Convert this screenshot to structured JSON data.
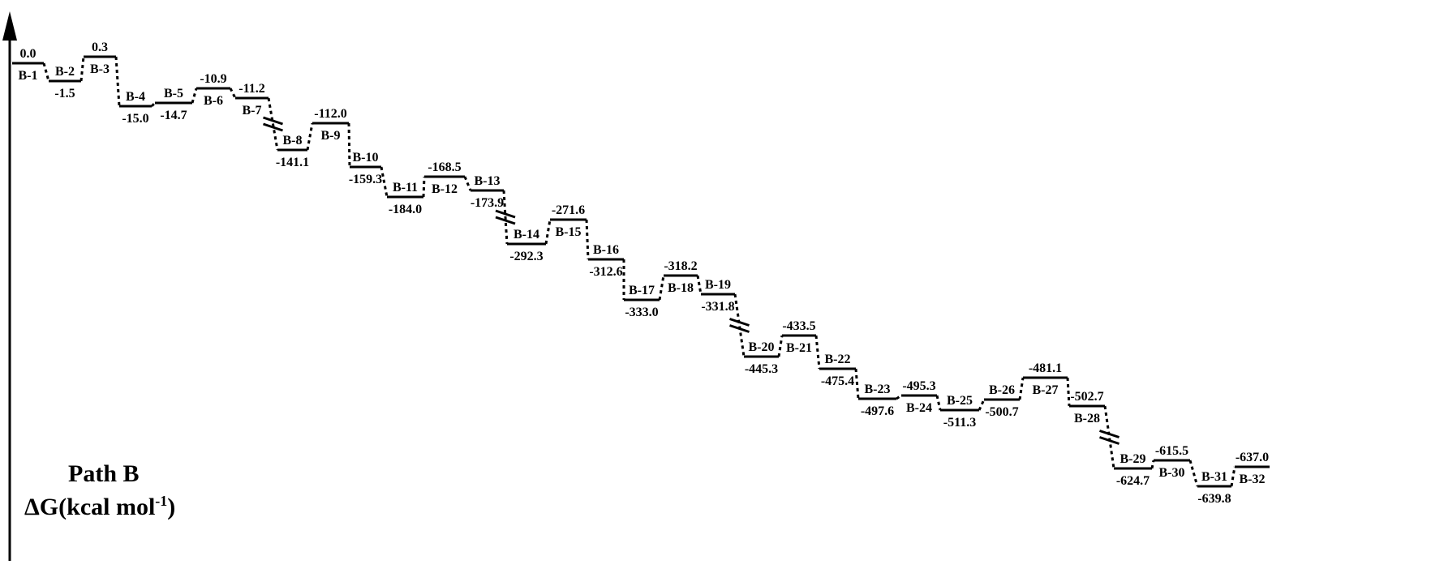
{
  "title": "Path B",
  "y_axis": {
    "prefix": "ΔG(kcal mol",
    "exponent": "-1",
    "suffix": ")"
  },
  "levels": [
    {
      "name": "B-1",
      "value": "0.0"
    },
    {
      "name": "B-2",
      "value": "-1.5"
    },
    {
      "name": "B-3",
      "value": "0.3"
    },
    {
      "name": "B-4",
      "value": "-15.0"
    },
    {
      "name": "B-5",
      "value": "-14.7"
    },
    {
      "name": "B-6",
      "value": "-10.9"
    },
    {
      "name": "B-7",
      "value": "-11.2"
    },
    {
      "name": "B-8",
      "value": "-141.1"
    },
    {
      "name": "B-9",
      "value": "-112.0"
    },
    {
      "name": "B-10",
      "value": "-159.3"
    },
    {
      "name": "B-11",
      "value": "-184.0"
    },
    {
      "name": "B-12",
      "value": "-168.5"
    },
    {
      "name": "B-13",
      "value": "-173.9"
    },
    {
      "name": "B-14",
      "value": "-292.3"
    },
    {
      "name": "B-15",
      "value": "-271.6"
    },
    {
      "name": "B-16",
      "value": "-312.6"
    },
    {
      "name": "B-17",
      "value": "-333.0"
    },
    {
      "name": "B-18",
      "value": "-318.2"
    },
    {
      "name": "B-19",
      "value": "-331.8"
    },
    {
      "name": "B-20",
      "value": "-445.3"
    },
    {
      "name": "B-21",
      "value": "-433.5"
    },
    {
      "name": "B-22",
      "value": "-475.4"
    },
    {
      "name": "B-23",
      "value": "-497.6"
    },
    {
      "name": "B-24",
      "value": "-495.3"
    },
    {
      "name": "B-25",
      "value": "-511.3"
    },
    {
      "name": "B-26",
      "value": "-500.7"
    },
    {
      "name": "B-27",
      "value": "-481.1"
    },
    {
      "name": "B-28",
      "value": "-502.7"
    },
    {
      "name": "B-29",
      "value": "-624.7"
    },
    {
      "name": "B-30",
      "value": "-615.5"
    },
    {
      "name": "B-31",
      "value": "-639.8"
    },
    {
      "name": "B-32",
      "value": "-637.0"
    }
  ],
  "axis_breaks_after": [
    "B-7",
    "B-13",
    "B-19",
    "B-28"
  ]
}
